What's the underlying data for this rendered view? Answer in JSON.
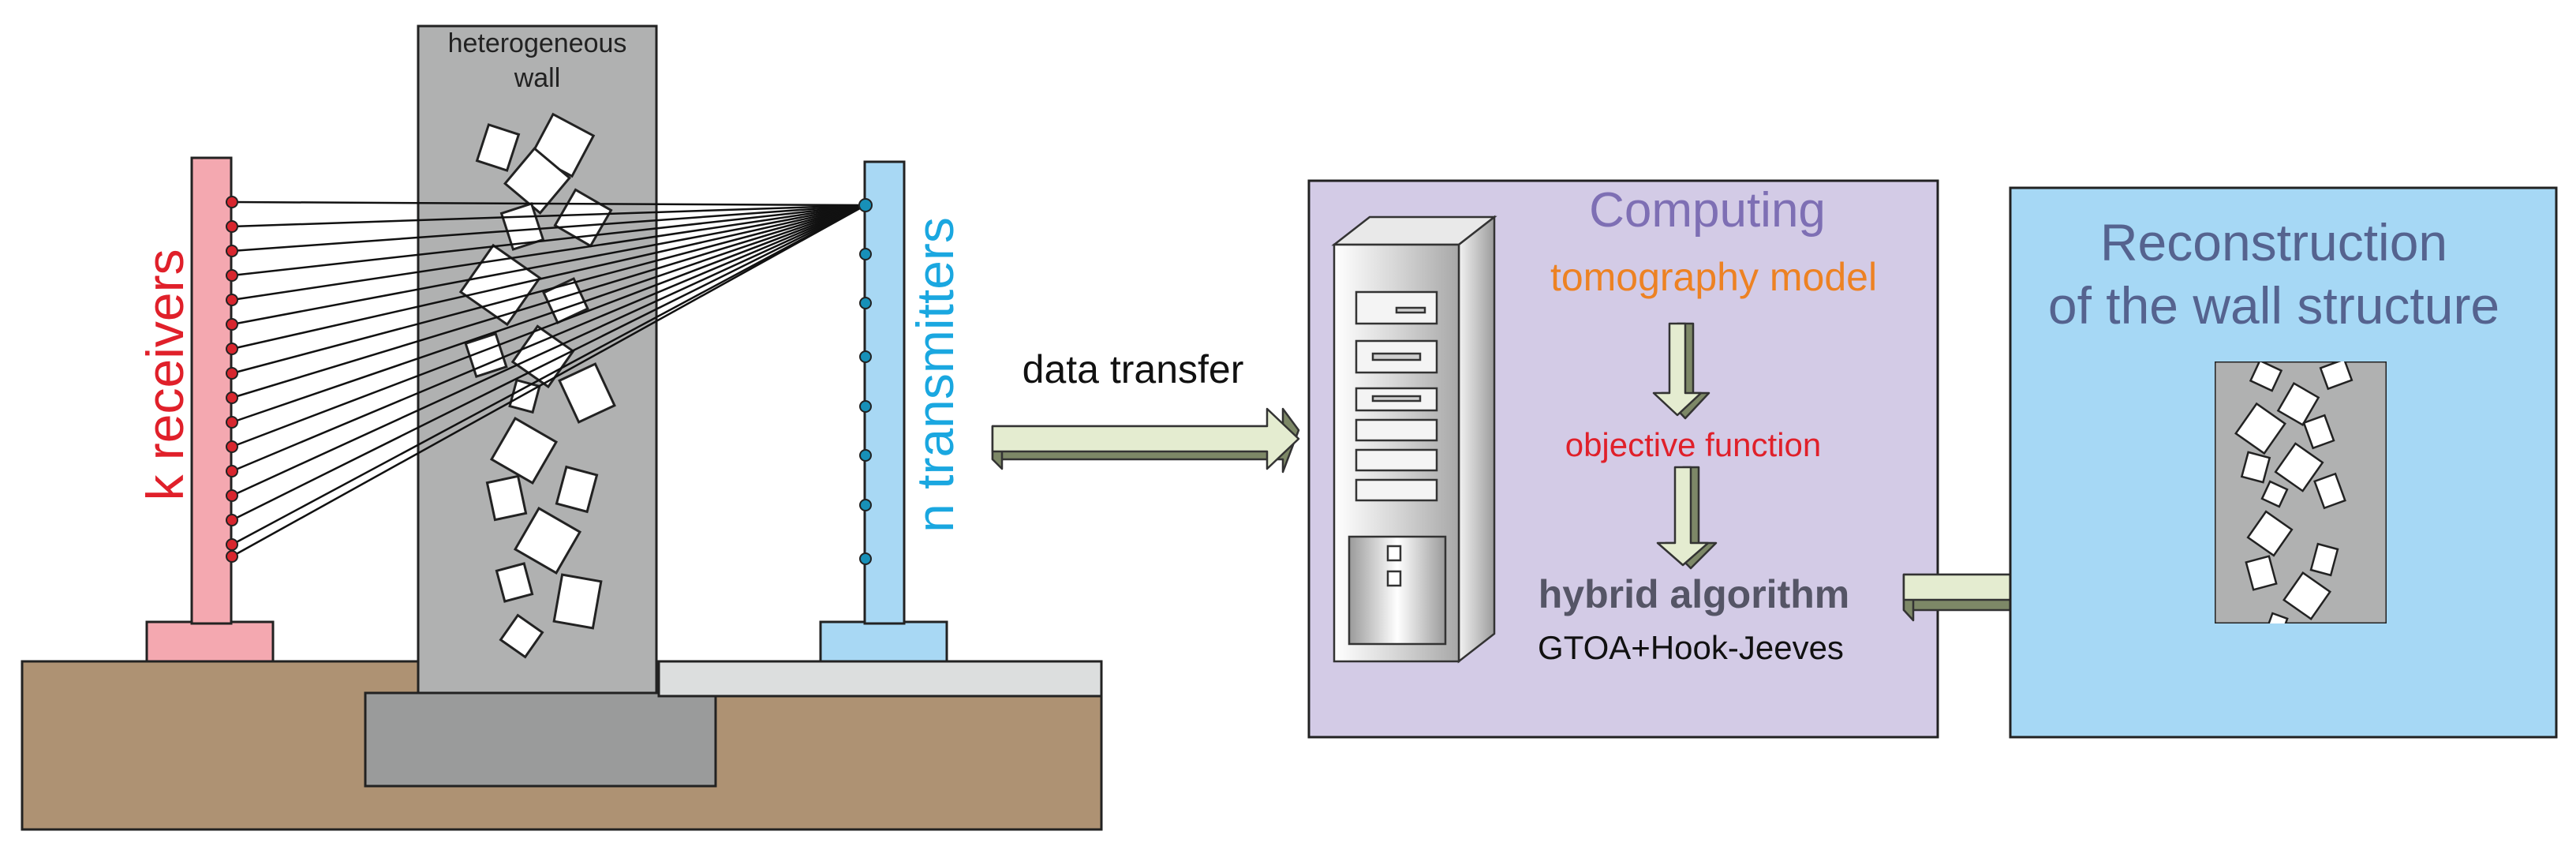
{
  "labels": {
    "wall": [
      "heterogeneous",
      "wall"
    ],
    "receivers": "k receivers",
    "transmitters": "n transmitters",
    "data_transfer": "data transfer",
    "computing": "Computing",
    "tomography_model": "tomography model",
    "objective_function": "objective function",
    "hybrid_algorithm": "hybrid algorithm",
    "gtoa": "GTOA+Hook-Jeeves",
    "reconstruction": [
      "Reconstruction",
      "of the wall structure"
    ]
  },
  "colors": {
    "receiver_pole": "#f4a8b0",
    "receiver_text": "#e0202a",
    "receiver_node": "#d8262e",
    "transmitter_pole": "#a8d8f4",
    "transmitter_text": "#1aa7e0",
    "transmitter_node": "#1790b8",
    "wall": "#b0b1b1",
    "ground": "#ae9273",
    "computing_box": "#d3cbe6",
    "computing_title": "#7e6fb4",
    "tomography_text": "#ed8223",
    "objective_text": "#e0202a",
    "hybrid_text": "#555566",
    "reconstruction_box": "#a6d8f5",
    "reconstruction_title": "#55638f",
    "arrow_fill": "#e4ecd0",
    "arrow_side": "#7d8867"
  },
  "icons": {
    "computer": "computer-tower-icon",
    "flow_arrow": "arrow-right-3d-icon",
    "step_arrow": "arrow-down-3d-icon"
  }
}
